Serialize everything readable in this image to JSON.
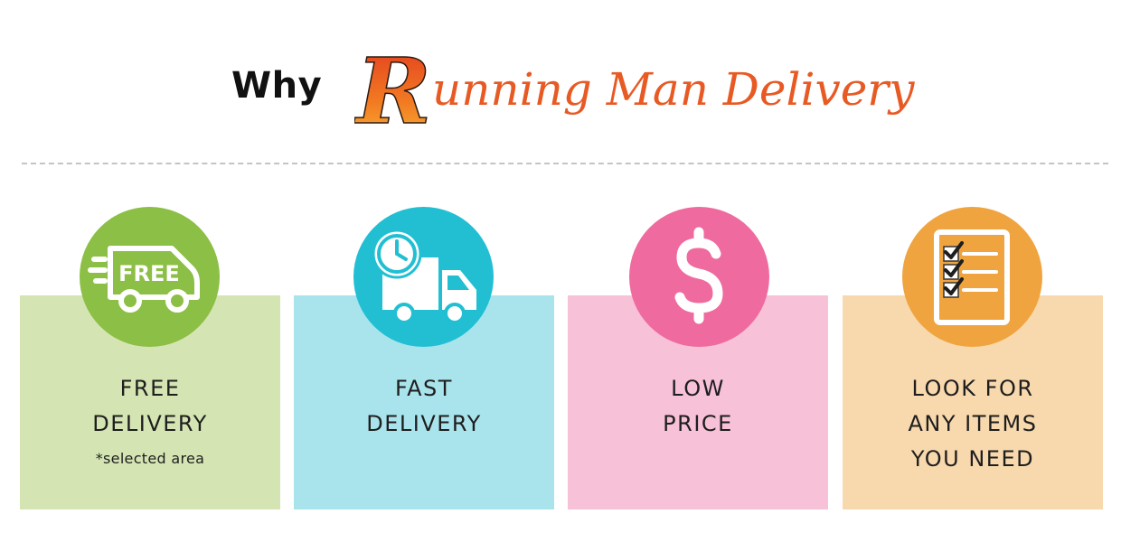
{
  "header": {
    "why": "Why",
    "brand_initial": "R",
    "brand_rest": "unning Man Delivery"
  },
  "colors": {
    "green_card": "#d4e5b3",
    "green_circle": "#8cbf45",
    "cyan_card": "#a9e4ec",
    "cyan_circle": "#22bfd3",
    "pink_card": "#f7c1d7",
    "pink_circle": "#ef6b9f",
    "orange_card": "#f8d8ad",
    "orange_circle": "#f0a43f",
    "brand": "#e85a24"
  },
  "features": [
    {
      "icon": "free-van-icon",
      "lines": [
        "FREE",
        "DELIVERY"
      ],
      "note": "*selected area"
    },
    {
      "icon": "truck-clock-icon",
      "lines": [
        "FAST",
        "DELIVERY"
      ]
    },
    {
      "icon": "dollar-icon",
      "lines": [
        "LOW",
        "PRICE"
      ]
    },
    {
      "icon": "checklist-icon",
      "lines": [
        "LOOK FOR",
        "ANY ITEMS",
        "YOU NEED"
      ]
    }
  ]
}
